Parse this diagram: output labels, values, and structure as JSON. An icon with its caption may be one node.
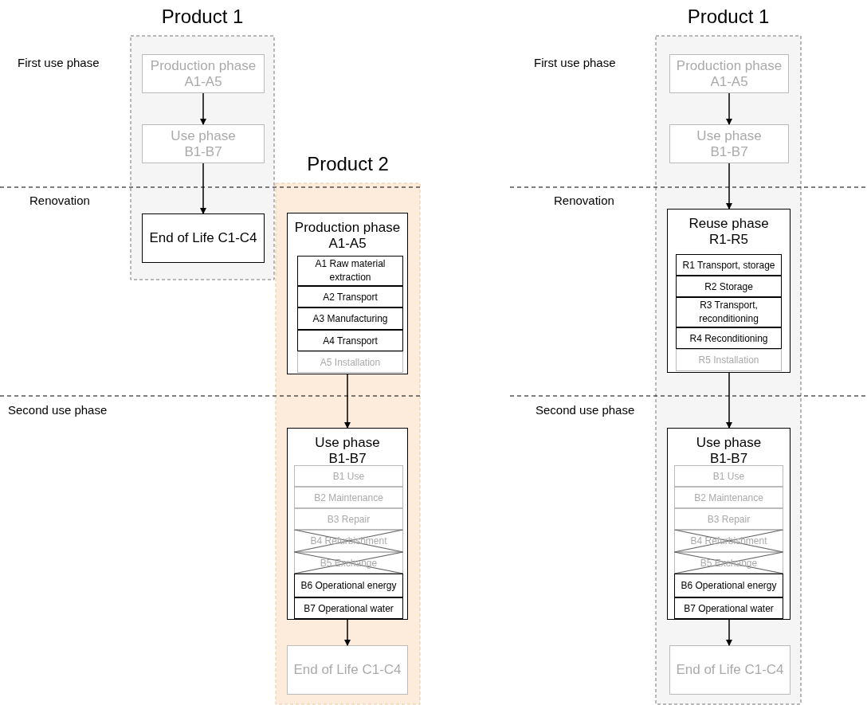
{
  "diagram": {
    "nodes": [
      {
        "text": [
          "Product 1"
        ]
      },
      {
        "text": [
          "Production phase A1-A5"
        ],
        "in": 0
      },
      {
        "text": [
          "Use phase B1-B7"
        ],
        "in": 0
      },
      {
        "text": [
          "End of Life C1-C4"
        ],
        "in": 0
      },
      {
        "text": [
          "Product 2"
        ]
      },
      {
        "text": [
          "Production phase A1-A5"
        ],
        "in": 4
      },
      {
        "text": [
          "A1 Raw material extraction"
        ],
        "in": 5
      },
      {
        "text": [
          "A2 Transport"
        ],
        "in": 5
      },
      {
        "text": [
          "A3 Manufacturing"
        ],
        "in": 5
      },
      {
        "text": [
          "A4 Transport"
        ],
        "in": 5
      },
      {
        "text": [
          "A5 Installation"
        ],
        "in": 5
      },
      {
        "text": [
          "Use phase B1-B7"
        ],
        "in": 4
      },
      {
        "text": [
          "B1 Use"
        ],
        "in": 11
      },
      {
        "text": [
          "B2 Maintenance"
        ],
        "in": 11
      },
      {
        "text": [
          "B3 Repair"
        ],
        "in": 11
      },
      {
        "text": [
          "B4 Refurbishment"
        ],
        "in": 11
      },
      {
        "text": [
          "B5 Exchange"
        ],
        "in": 11
      },
      {
        "text": [
          "B6 Operational energy"
        ],
        "in": 11
      },
      {
        "text": [
          "B7 Operational water"
        ],
        "in": 11
      },
      {
        "text": [
          "End of Life C1-C4"
        ],
        "in": 4
      },
      {
        "text": [
          "Product 1"
        ]
      },
      {
        "text": [
          "Production phase A1-A5"
        ],
        "in": 20
      },
      {
        "text": [
          "Use phase B1-B7"
        ],
        "in": 20
      },
      {
        "text": [
          "Reuse phase R1-R5"
        ],
        "in": 20
      },
      {
        "text": [
          "R1 Transport, storage"
        ],
        "in": 23
      },
      {
        "text": [
          "R2 Storage"
        ],
        "in": 23
      },
      {
        "text": [
          "R3 Transport, reconditioning"
        ],
        "in": 23
      },
      {
        "text": [
          "R4 Reconditioning"
        ],
        "in": 23
      },
      {
        "text": [
          "R5 Installation"
        ],
        "in": 23
      },
      {
        "text": [
          "Use phase B1-B7"
        ],
        "in": 20
      },
      {
        "text": [
          "B1 Use"
        ],
        "in": 29
      },
      {
        "text": [
          "B2 Maintenance"
        ],
        "in": 29
      },
      {
        "text": [
          "B3 Repair"
        ],
        "in": 29
      },
      {
        "text": [
          "B4 Refurbishment"
        ],
        "in": 29
      },
      {
        "text": [
          "B5 Exchange"
        ],
        "in": 29
      },
      {
        "text": [
          "B6 Operational energy"
        ],
        "in": 29
      },
      {
        "text": [
          "B7 Operational water"
        ],
        "in": 29
      },
      {
        "text": [
          "End of Life C1-C4"
        ],
        "in": 20
      }
    ],
    "edges": [
      {
        "from": 1,
        "to": 2,
        "arrow": "to"
      },
      {
        "from": 2,
        "to": 3,
        "arrow": "to"
      },
      {
        "from": 5,
        "to": 11,
        "arrow": "to"
      },
      {
        "from": 11,
        "to": 19,
        "arrow": "to"
      },
      {
        "from": 21,
        "to": 22,
        "arrow": "to"
      },
      {
        "from": 22,
        "to": 23,
        "arrow": "to"
      },
      {
        "from": 23,
        "to": 29,
        "arrow": "to"
      },
      {
        "from": 29,
        "to": 37,
        "arrow": "to"
      }
    ],
    "labels": [
      "First use phase",
      "Renovation",
      "Second use phase",
      "First use phase",
      "Renovation",
      "Second use phase"
    ]
  }
}
